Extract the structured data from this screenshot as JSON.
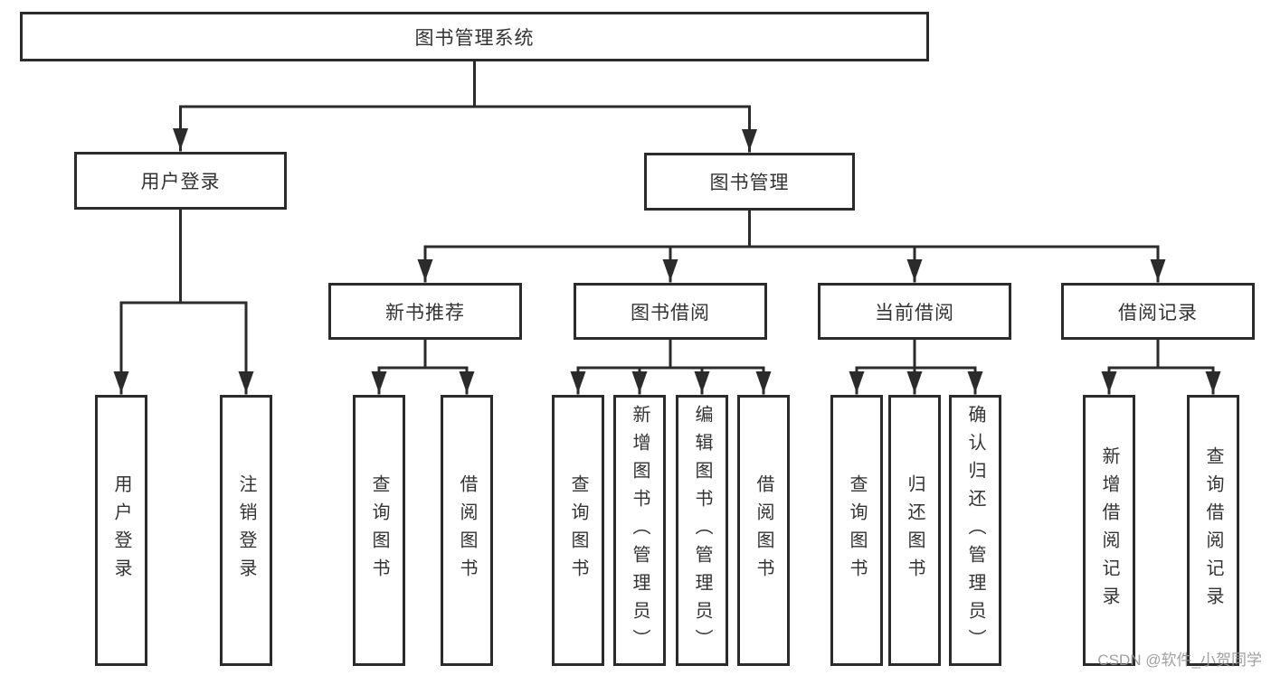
{
  "diagram": {
    "root": {
      "label": "图书管理系统"
    },
    "branches": [
      {
        "label": "用户登录",
        "children": [
          {
            "label": "用户登录"
          },
          {
            "label": "注销登录"
          }
        ]
      },
      {
        "label": "图书管理",
        "groups": [
          {
            "label": "新书推荐",
            "children": [
              {
                "label": "查询图书"
              },
              {
                "label": "借阅图书"
              }
            ]
          },
          {
            "label": "图书借阅",
            "children": [
              {
                "label": "查询图书"
              },
              {
                "label": "新增图书（管理员）"
              },
              {
                "label": "编辑图书（管理员）"
              },
              {
                "label": "借阅图书"
              }
            ]
          },
          {
            "label": "当前借阅",
            "children": [
              {
                "label": "查询图书"
              },
              {
                "label": "归还图书"
              },
              {
                "label": "确认归还（管理员）"
              }
            ]
          },
          {
            "label": "借阅记录",
            "children": [
              {
                "label": "新增借阅记录"
              },
              {
                "label": "查询借阅记录"
              }
            ]
          }
        ]
      }
    ]
  },
  "watermark": "CSDN @软件_小贺同学",
  "colors": {
    "line": "#2b2b2b",
    "text": "#333333",
    "watermark": "#969696"
  }
}
